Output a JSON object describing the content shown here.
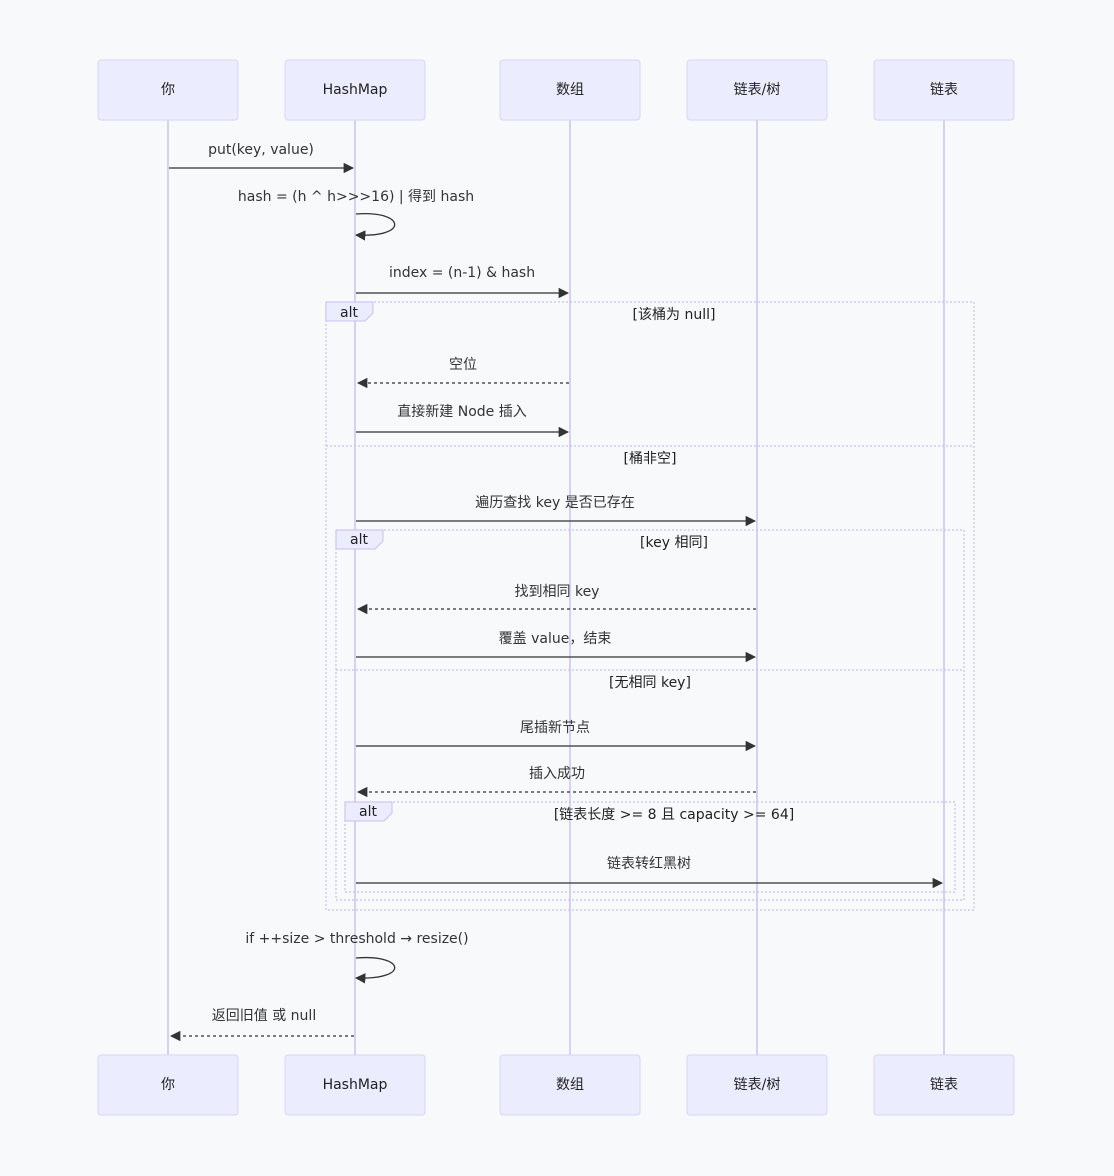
{
  "actors": [
    "你",
    "HashMap",
    "数组",
    "链表/树",
    "链表"
  ],
  "messages": [
    {
      "label": "put(key, value)"
    },
    {
      "label": "hash = (h ^ h>>>16) | 得到 hash"
    },
    {
      "label": "index = (n-1) & hash"
    },
    {
      "label": "空位"
    },
    {
      "label": "直接新建 Node 插入"
    },
    {
      "label": "遍历查找 key 是否已存在"
    },
    {
      "label": "找到相同 key"
    },
    {
      "label": "覆盖 value，结束"
    },
    {
      "label": "尾插新节点"
    },
    {
      "label": "插入成功"
    },
    {
      "label": "链表转红黑树"
    },
    {
      "label": "if ++size > threshold → resize()"
    },
    {
      "label": "返回旧值 或 null"
    }
  ],
  "frames": [
    {
      "tag": "alt",
      "sections": [
        "[该桶为 null]",
        "[桶非空]"
      ]
    },
    {
      "tag": "alt",
      "sections": [
        "[key 相同]",
        "[无相同 key]"
      ]
    },
    {
      "tag": "alt",
      "sections": [
        "[链表长度 >= 8 且 capacity >= 64]"
      ]
    }
  ],
  "colors": {
    "background": "#f8f9fb",
    "actor_fill": "#ececff",
    "lifeline": "#d8d0f2",
    "arrow": "#333333"
  }
}
